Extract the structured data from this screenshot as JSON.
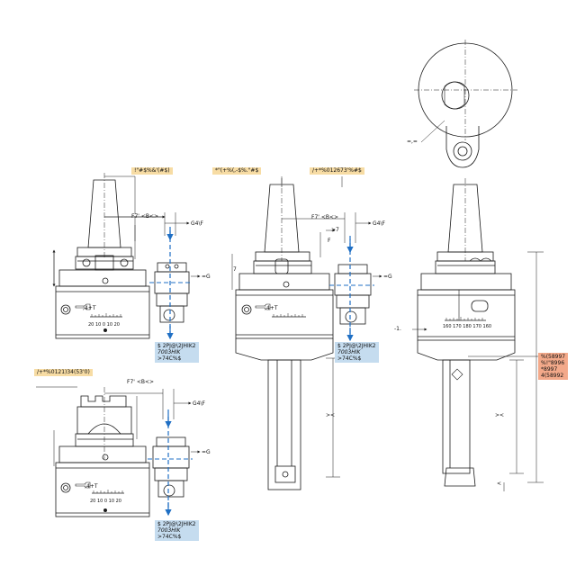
{
  "labels": {
    "tag_a": "!\"#$%&'(#$)",
    "tag_b": "*\"(+%(,-$%.\"#$",
    "tag_c": "/+*%012673'%#$",
    "tag_d": "/+*%0121)34(53'0)",
    "tag_e_lines": [
      "%(58997",
      "%!\"8996",
      "*8997",
      "4(58992"
    ],
    "spec_a_lines": [
      "$ 2PJ@\\2JHIK2",
      "7003HIK",
      ">74C%$"
    ],
    "spec_b_lines": [
      "$ 2PJ@\\2JHIK2",
      "7003HIK",
      ">74C%$"
    ],
    "spec_c_lines": [
      "$ 2PJ@\\2JHIK2",
      "7003HIK",
      ">74C%$"
    ],
    "dim_f7b": "F7' <B<>",
    "dim_g4f": "G4\\F",
    "dim_g": "=G",
    "dim_f": "F",
    "dim_7": "7",
    "dim_lead": ">7",
    "dim_minus1": "-1.",
    "dim_dd": "><",
    "dim_ww": "><",
    "dim_lt": "<",
    "wrench_text": ";4+T",
    "scale_a": "20 10 0 10 20",
    "scale_b": "20 10 0 10 20",
    "scale_c": "160 170 180 170 160",
    "circle_note": "=,="
  },
  "colors": {
    "line": "#1a1a1a",
    "axis": "#1f6fc4",
    "tag_yellow": "#f7dca4",
    "tag_blue": "#c5dcef",
    "tag_orange": "#f3a98a"
  }
}
